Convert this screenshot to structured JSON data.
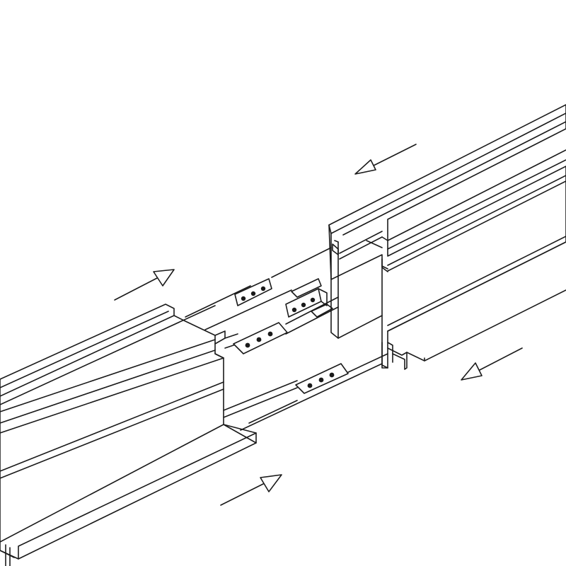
{
  "diagram": {
    "subject": "",
    "parts": [
      {
        "id": "profile-left",
        "kind": "extruded-profile"
      },
      {
        "id": "profile-right",
        "kind": "extruded-profile"
      },
      {
        "id": "connector-plate-upper-left",
        "kind": "connector-plate",
        "holes": 3
      },
      {
        "id": "connector-plate-upper-right",
        "kind": "connector-plate",
        "holes": 3
      },
      {
        "id": "connector-plate-middle",
        "kind": "connector-plate",
        "holes": 3
      },
      {
        "id": "connector-plate-lower",
        "kind": "connector-plate",
        "holes": 3
      }
    ],
    "arrows": [
      {
        "id": "arrow-upper-right",
        "direction": "down-left"
      },
      {
        "id": "arrow-middle-left",
        "direction": "up-right"
      },
      {
        "id": "arrow-middle-right",
        "direction": "down-left"
      },
      {
        "id": "arrow-lower-left",
        "direction": "up-right"
      }
    ],
    "colors": {
      "line": "#1a1a1a",
      "background": "#ffffff"
    }
  }
}
